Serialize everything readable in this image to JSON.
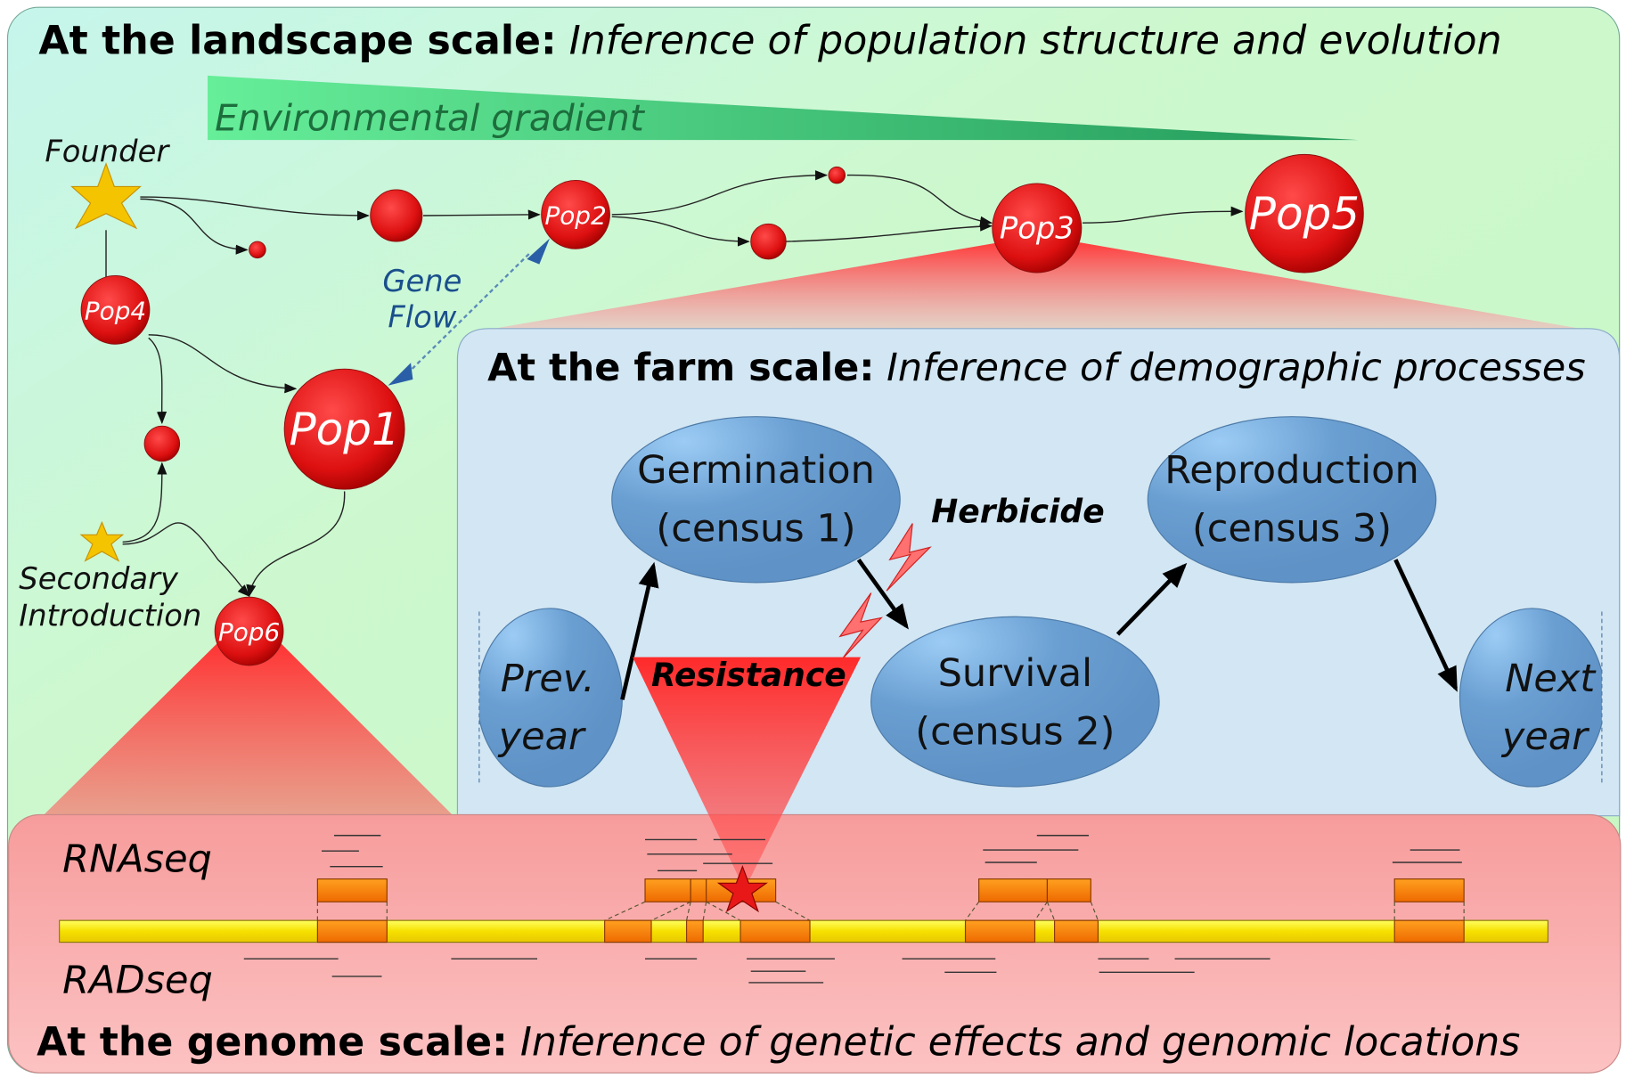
{
  "landscape": {
    "title_bold": "At the landscape scale:",
    "title_italic": " Inference of population structure and evolution",
    "gradient_label": "Environmental gradient",
    "founder_label": "Founder",
    "secondary_label_1": "Secondary",
    "secondary_label_2": "Introduction",
    "gene_flow_1": "Gene",
    "gene_flow_2": "Flow",
    "populations": {
      "pop1": "Pop1",
      "pop2": "Pop2",
      "pop3": "Pop3",
      "pop4": "Pop4",
      "pop5": "Pop5",
      "pop6": "Pop6"
    }
  },
  "farm": {
    "title_bold": "At the farm scale:",
    "title_italic": " Inference of demographic processes",
    "germination": [
      "Germination",
      "(census 1)"
    ],
    "survival": [
      "Survival",
      "(census 2)"
    ],
    "reproduction": [
      "Reproduction",
      "(census 3)"
    ],
    "prev_year": [
      "Prev.",
      "year"
    ],
    "next_year": [
      "Next",
      "year"
    ],
    "herbicide": "Herbicide",
    "resistance": "Resistance"
  },
  "genome": {
    "title_bold": "At the genome scale:",
    "title_italic": " Inference of genetic effects and genomic locations",
    "rnaseq": "RNAseq",
    "radseq": "RADseq"
  },
  "colors": {
    "population_red": "#e01818",
    "star_yellow": "#f5c400",
    "ellipse_blue": "#6699cc",
    "gene_orange": "#ff8800"
  }
}
